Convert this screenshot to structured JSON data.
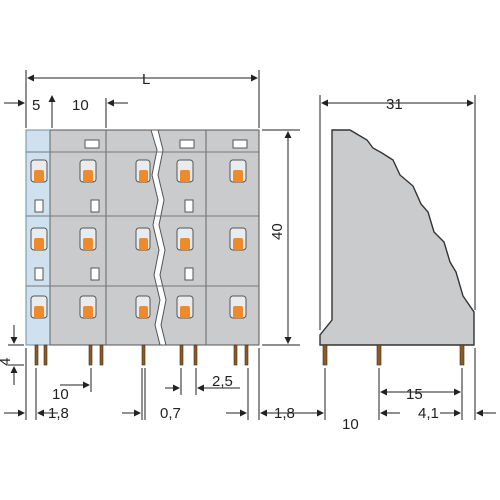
{
  "drawing": {
    "front_view": {
      "dim_overall_length": "L",
      "dim_first_pitch": "5",
      "dim_pitch": "10",
      "dim_height": "40",
      "dim_pin_length": "4",
      "dim_pin_pitch_bottom": "10",
      "dim_offset_left": "1,8",
      "dim_pin_spacing": "2,5",
      "dim_pin_width": "0,7",
      "dim_offset_right": "1,8"
    },
    "side_view": {
      "dim_depth": "31",
      "dim_pin_to_pin": "15",
      "dim_rear_pin": "10",
      "dim_front_pin": "4,1"
    },
    "colors": {
      "housing_gray": "#c9cbcd",
      "housing_dark": "#a9acaf",
      "end_plate_blue": "#cfe0ee",
      "clamp_orange": "#ef8a2a",
      "pin_brown": "#7a4a1e",
      "outline": "#333333"
    }
  }
}
